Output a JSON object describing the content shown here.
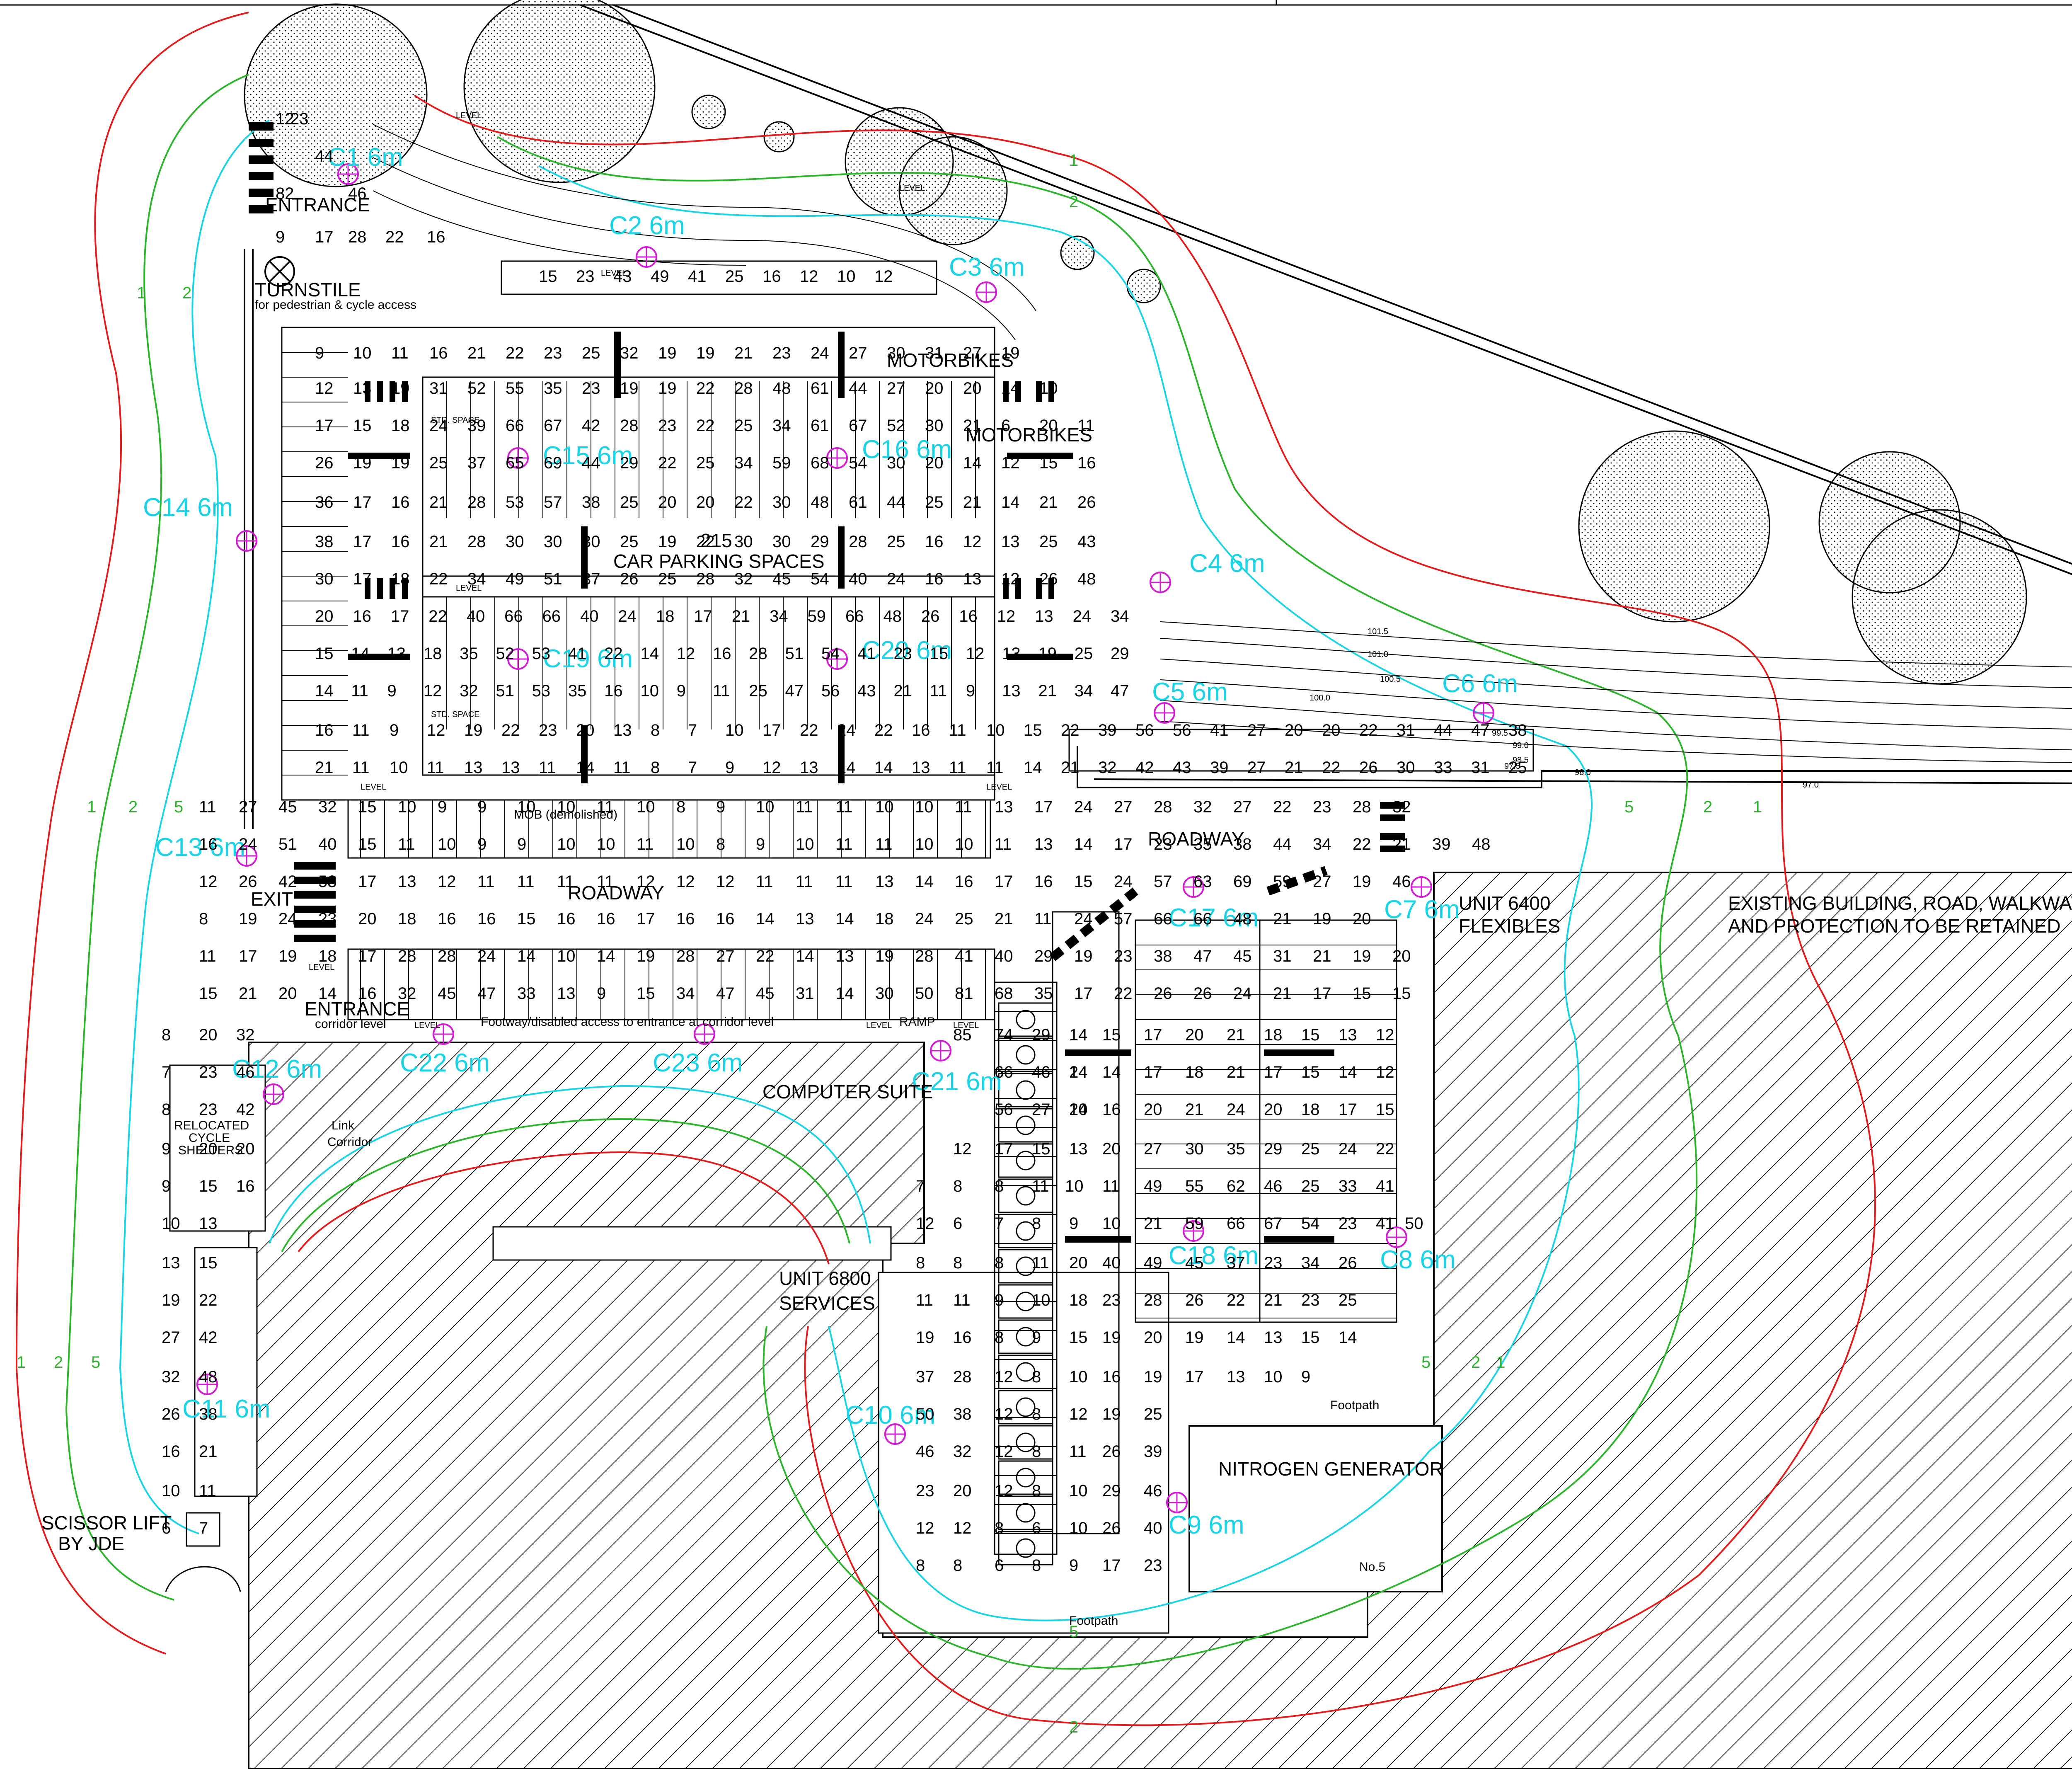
{
  "colors": {
    "contour_red": "#e31b1b",
    "contour_green": "#2bb52b",
    "contour_cyan": "#19d3e6",
    "column_ring": "#d41bd4",
    "column_label": "#19d3e6",
    "linework": "#000000"
  },
  "labels": {
    "entrance": "ENTRANCE",
    "turnstile": "TURNSTILE",
    "turnstile_note": "for pedestrian & cycle access",
    "motorbikes_1": "MOTORBIKES",
    "motorbikes_2": "MOTORBIKES",
    "car_parking": "CAR PARKING SPACES",
    "car_parking_count": "215",
    "mob": "MOB (demolished)",
    "roadway_1": "ROADWAY",
    "roadway_2": "ROADWAY",
    "exit": "EXIT",
    "entrance_2": "ENTRANCE",
    "corridor_level": "corridor level",
    "footway": "Footway/disabled access    to entrance at corridor level",
    "ramp": "RAMP",
    "computer_suite": "COMPUTER SUITE",
    "link": "Link",
    "corridor": "Corridor",
    "relocated": "RELOCATED",
    "cycle": "CYCLE",
    "shelters": "SHELTERS",
    "unit_6800": "UNIT 6800",
    "services": "SERVICES",
    "unit_6400": "UNIT 6400",
    "flexibles": "FLEXIBLES",
    "existing_1": "EXISTING BUILDING, ROAD, WALKWAY",
    "existing_2": "AND PROTECTION TO BE RETAINED",
    "nitrogen": "NITROGEN GENERATOR",
    "no5": "No.5",
    "footpath_1": "Footpath",
    "footpath_2": "Footpath",
    "scissor_1": "SCISSOR LIFT",
    "scissor_2": "BY JDE",
    "level": "LEVEL",
    "std_space": "STD. SPACE"
  },
  "columns": [
    {
      "id": "C1",
      "label": "C1 6m"
    },
    {
      "id": "C2",
      "label": "C2 6m"
    },
    {
      "id": "C3",
      "label": "C3 6m"
    },
    {
      "id": "C4",
      "label": "C4 6m"
    },
    {
      "id": "C5",
      "label": "C5 6m"
    },
    {
      "id": "C6",
      "label": "C6 6m"
    },
    {
      "id": "C7",
      "label": "C7 6m"
    },
    {
      "id": "C8",
      "label": "C8 6m"
    },
    {
      "id": "C9",
      "label": "C9 6m"
    },
    {
      "id": "C10",
      "label": "C10 6m"
    },
    {
      "id": "C11",
      "label": "C11 6m"
    },
    {
      "id": "C12",
      "label": "C12 6m"
    },
    {
      "id": "C13",
      "label": "C13 6m"
    },
    {
      "id": "C14",
      "label": "C14 6m"
    },
    {
      "id": "C15",
      "label": "C15 6m"
    },
    {
      "id": "C16",
      "label": "C16 6m"
    },
    {
      "id": "C17",
      "label": "C17 6m"
    },
    {
      "id": "C18",
      "label": "C18 6m"
    },
    {
      "id": "C19",
      "label": "C19 6m"
    },
    {
      "id": "C20",
      "label": "C20 6m"
    },
    {
      "id": "C21",
      "label": "C21 6m"
    },
    {
      "id": "C22",
      "label": "C22 6m"
    },
    {
      "id": "C23",
      "label": "C23 6m"
    }
  ],
  "contour_labels": [
    "1",
    "2",
    "5"
  ],
  "level_labels": [
    "101.5",
    "101.0",
    "100.5",
    "100.0",
    "99.5",
    "99.0",
    "98.5",
    "98.0",
    "97.5",
    "97.0"
  ],
  "readings": {
    "top_entry": [
      "12",
      "23",
      "44",
      "82",
      "46",
      "9",
      "17",
      "28",
      "22",
      "16"
    ],
    "row_a": [
      "15",
      "23",
      "43",
      "49",
      "41",
      "25",
      "16",
      "12",
      "10",
      "12"
    ],
    "row_b": [
      "9",
      "10",
      "11",
      "16",
      "21",
      "22",
      "23",
      "25",
      "32",
      "19",
      "19",
      "21",
      "23",
      "24",
      "27",
      "30",
      "31",
      "27",
      "19"
    ],
    "row_c": [
      "12",
      "13",
      "19",
      "31",
      "52",
      "55",
      "35",
      "23",
      "19",
      "19",
      "22",
      "28",
      "48",
      "61",
      "44",
      "27",
      "20",
      "20",
      "14",
      "10"
    ],
    "row_d": [
      "17",
      "15",
      "18",
      "24",
      "39",
      "66",
      "67",
      "42",
      "28",
      "23",
      "22",
      "25",
      "34",
      "61",
      "67",
      "52",
      "30",
      "21",
      "6",
      "20",
      "11"
    ],
    "row_e": [
      "26",
      "19",
      "19",
      "25",
      "37",
      "65",
      "69",
      "44",
      "29",
      "22",
      "25",
      "34",
      "59",
      "68",
      "54",
      "30",
      "20",
      "14",
      "12",
      "15",
      "16"
    ],
    "row_f": [
      "36",
      "17",
      "16",
      "21",
      "28",
      "53",
      "57",
      "38",
      "25",
      "20",
      "20",
      "22",
      "30",
      "48",
      "61",
      "44",
      "25",
      "21",
      "14",
      "21",
      "26"
    ],
    "row_g": [
      "38",
      "17",
      "16",
      "21",
      "28",
      "30",
      "30",
      "30",
      "25",
      "19",
      "22",
      "30",
      "30",
      "29",
      "28",
      "25",
      "16",
      "12",
      "13",
      "25",
      "43"
    ],
    "row_h": [
      "30",
      "17",
      "18",
      "22",
      "34",
      "49",
      "51",
      "37",
      "26",
      "25",
      "28",
      "32",
      "45",
      "54",
      "40",
      "24",
      "16",
      "13",
      "12",
      "26",
      "48"
    ],
    "row_i": [
      "20",
      "16",
      "17",
      "22",
      "40",
      "66",
      "66",
      "40",
      "24",
      "18",
      "17",
      "21",
      "34",
      "59",
      "66",
      "48",
      "26",
      "16",
      "12",
      "13",
      "24",
      "34"
    ],
    "row_j": [
      "15",
      "14",
      "13",
      "18",
      "35",
      "52",
      "53",
      "41",
      "22",
      "14",
      "12",
      "16",
      "28",
      "51",
      "54",
      "41",
      "23",
      "15",
      "12",
      "13",
      "19",
      "25",
      "29"
    ],
    "row_k": [
      "14",
      "11",
      "9",
      "12",
      "32",
      "51",
      "53",
      "35",
      "16",
      "10",
      "9",
      "11",
      "25",
      "47",
      "56",
      "43",
      "21",
      "11",
      "9",
      "13",
      "21",
      "34",
      "47"
    ],
    "row_l": [
      "16",
      "11",
      "9",
      "12",
      "19",
      "22",
      "23",
      "20",
      "13",
      "8",
      "7",
      "10",
      "17",
      "22",
      "24",
      "22",
      "16",
      "11",
      "10",
      "15",
      "22",
      "39",
      "56",
      "56",
      "41",
      "27",
      "20",
      "20",
      "22",
      "31",
      "44",
      "47",
      "38"
    ],
    "row_m": [
      "21",
      "11",
      "10",
      "11",
      "13",
      "13",
      "11",
      "14",
      "11",
      "8",
      "7",
      "9",
      "12",
      "13",
      "14",
      "14",
      "13",
      "11",
      "11",
      "14",
      "21",
      "32",
      "42",
      "43",
      "39",
      "27",
      "21",
      "22",
      "26",
      "30",
      "33",
      "31",
      "25"
    ],
    "row_n": [
      "11",
      "27",
      "45",
      "32",
      "15",
      "10",
      "9",
      "9",
      "10",
      "10",
      "11",
      "10",
      "8",
      "9",
      "10",
      "11",
      "11",
      "10",
      "10",
      "11",
      "13",
      "17",
      "24",
      "27",
      "28",
      "32",
      "27",
      "22",
      "23",
      "28",
      "32"
    ],
    "row_o": [
      "16",
      "24",
      "51",
      "40",
      "15",
      "11",
      "10",
      "9",
      "9",
      "10",
      "10",
      "11",
      "10",
      "8",
      "9",
      "10",
      "11",
      "11",
      "10",
      "10",
      "11",
      "13",
      "14",
      "17",
      "23",
      "35",
      "38",
      "44",
      "34",
      "22",
      "21",
      "39",
      "48"
    ],
    "row_p": [
      "12",
      "26",
      "42",
      "53",
      "17",
      "13",
      "12",
      "11",
      "11",
      "11",
      "11",
      "12",
      "12",
      "12",
      "11",
      "11",
      "11",
      "13",
      "14",
      "16",
      "17",
      "16",
      "15",
      "24",
      "57",
      "63",
      "69",
      "59",
      "27",
      "19",
      "46"
    ],
    "row_q": [
      "8",
      "19",
      "24",
      "23",
      "20",
      "18",
      "16",
      "16",
      "15",
      "16",
      "16",
      "17",
      "16",
      "16",
      "14",
      "13",
      "14",
      "18",
      "24",
      "25",
      "21",
      "11",
      "24",
      "57",
      "66",
      "66",
      "48",
      "21",
      "19",
      "20"
    ],
    "row_r": [
      "11",
      "17",
      "19",
      "18",
      "17",
      "28",
      "28",
      "24",
      "14",
      "10",
      "14",
      "19",
      "28",
      "27",
      "22",
      "14",
      "13",
      "19",
      "28",
      "41",
      "40",
      "29",
      "19",
      "23",
      "38",
      "47",
      "45",
      "31",
      "21",
      "19",
      "20"
    ],
    "row_s": [
      "15",
      "21",
      "20",
      "14",
      "16",
      "32",
      "45",
      "47",
      "33",
      "13",
      "9",
      "15",
      "34",
      "47",
      "45",
      "31",
      "14",
      "30",
      "50",
      "81",
      "68",
      "35",
      "17",
      "22",
      "26",
      "26",
      "24",
      "21",
      "17",
      "15",
      "15"
    ],
    "row_t": [
      "8",
      "20",
      "32",
      "85",
      "74",
      "29",
      "14",
      "15",
      "17",
      "20",
      "21",
      "18",
      "15",
      "13",
      "12"
    ],
    "row_u": [
      "7",
      "23",
      "46",
      "66",
      "46",
      "24",
      "14",
      "14",
      "17",
      "18",
      "21",
      "17",
      "15",
      "14",
      "12"
    ],
    "row_v": [
      "8",
      "23",
      "42",
      "56",
      "27",
      "20",
      "14",
      "16",
      "20",
      "21",
      "24",
      "20",
      "18",
      "17",
      "15"
    ],
    "row_w": [
      "9",
      "20",
      "20",
      "12",
      "17",
      "15",
      "13",
      "20",
      "27",
      "30",
      "35",
      "29",
      "25",
      "24",
      "22"
    ],
    "row_x": [
      "9",
      "15",
      "16",
      "7",
      "8",
      "8",
      "11",
      "10",
      "11",
      "49",
      "55",
      "62",
      "46",
      "25",
      "33",
      "41"
    ],
    "row_y": [
      "10",
      "13",
      "12",
      "6",
      "7",
      "8",
      "9",
      "10",
      "21",
      "59",
      "66",
      "67",
      "54",
      "23",
      "41",
      "50"
    ],
    "row_z": [
      "13",
      "15",
      "8",
      "8",
      "8",
      "11",
      "20",
      "40",
      "49",
      "45",
      "37",
      "23",
      "34",
      "26"
    ],
    "row_aa": [
      "19",
      "22",
      "11",
      "11",
      "9",
      "10",
      "18",
      "23",
      "28",
      "26",
      "22",
      "21",
      "23",
      "25"
    ],
    "row_ab": [
      "27",
      "42",
      "19",
      "16",
      "8",
      "9",
      "15",
      "19",
      "20",
      "19",
      "14",
      "13",
      "15",
      "14"
    ],
    "row_ac": [
      "32",
      "48",
      "37",
      "28",
      "12",
      "8",
      "10",
      "16",
      "19",
      "17",
      "13",
      "10",
      "9"
    ],
    "row_ad": [
      "26",
      "38",
      "50",
      "38",
      "12",
      "8",
      "12",
      "19",
      "25"
    ],
    "row_ae": [
      "16",
      "21",
      "46",
      "32",
      "12",
      "8",
      "11",
      "26",
      "39"
    ],
    "row_af": [
      "10",
      "11",
      "23",
      "20",
      "12",
      "8",
      "10",
      "29",
      "46"
    ],
    "row_ag": [
      "6",
      "7",
      "12",
      "12",
      "8",
      "6",
      "10",
      "26",
      "40"
    ],
    "row_ah": [
      "8",
      "8",
      "6",
      "8",
      "9",
      "17",
      "23"
    ]
  }
}
